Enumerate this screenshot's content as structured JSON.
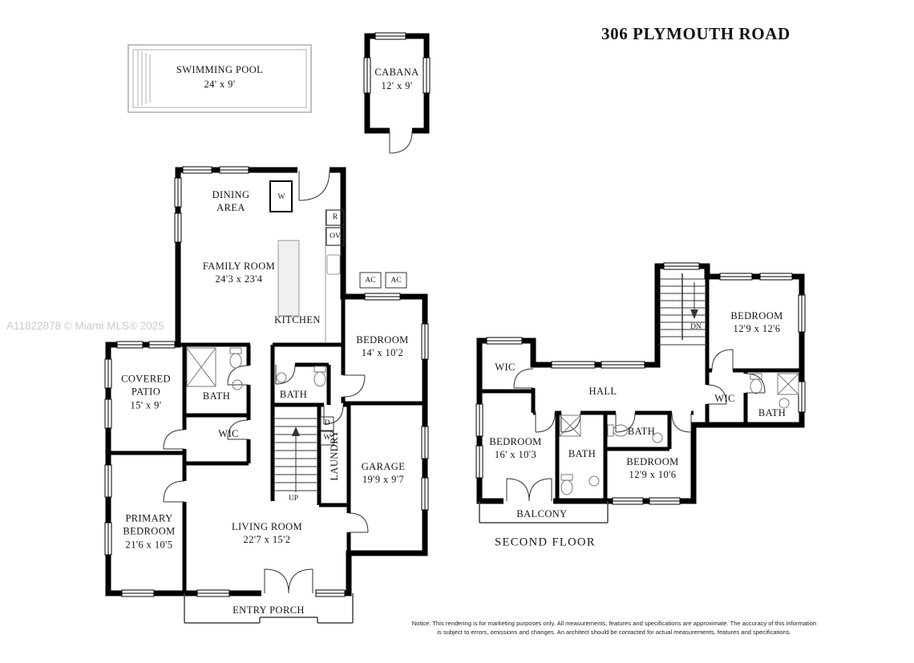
{
  "title": "306 PLYMOUTH ROAD",
  "watermark": "A11822878 © Miami MLS® 2025",
  "notice": "Notice: This rendering is for marketing purposes only. All measurements, features and specifications are approximate. The accuracy of this information is subject to errors, omissions and changes. An architect should be contacted for actual measurements, features and specifications.",
  "pool": {
    "label": "SWIMMING POOL",
    "dims": "24' x 9'"
  },
  "cabana": {
    "label": "CABANA",
    "dims": "12' x 9'"
  },
  "first_floor": {
    "dining_area": "DINING AREA",
    "family_room": {
      "label": "FAMILY ROOM",
      "dims": "24'3 x 23'4"
    },
    "kitchen": "KITCHEN",
    "bedroom": {
      "label": "BEDROOM",
      "dims": "14' x 10'2"
    },
    "bath_left": "BATH",
    "bath_center": "BATH",
    "covered_patio": {
      "label": "COVERED PATIO",
      "dims": "15' x 9'"
    },
    "wic": "WIC",
    "laundry": "LAUNDRY",
    "garage": {
      "label": "GARAGE",
      "dims": "19'9 x 9'7"
    },
    "stairs_up": "UP",
    "primary_bedroom": {
      "label": "PRIMARY BEDROOM",
      "dims": "21'6 x 10'5"
    },
    "living_room": {
      "label": "LIVING ROOM",
      "dims": "22'7 x 15'2"
    },
    "entry_porch": "ENTRY PORCH",
    "washer_closet": "W",
    "refrigerator": "R",
    "oven": "OV",
    "ac_left": "AC",
    "ac_right": "AC",
    "dryer": "D",
    "washer": "W"
  },
  "second_floor": {
    "heading": "SECOND FLOOR",
    "stairs_dn": "DN",
    "bedroom_right": {
      "label": "BEDROOM",
      "dims": "12'9 x 12'6"
    },
    "wic_left": "WIC",
    "hall": "HALL",
    "wic_right": "WIC",
    "bath_right": "BATH",
    "bedroom_left": {
      "label": "BEDROOM",
      "dims": "16' x 10'3"
    },
    "bath_center": "BATH",
    "bath_mid": "BATH",
    "bedroom_center": {
      "label": "BEDROOM",
      "dims": "12'9 x 10'6"
    },
    "balcony": "BALCONY"
  }
}
